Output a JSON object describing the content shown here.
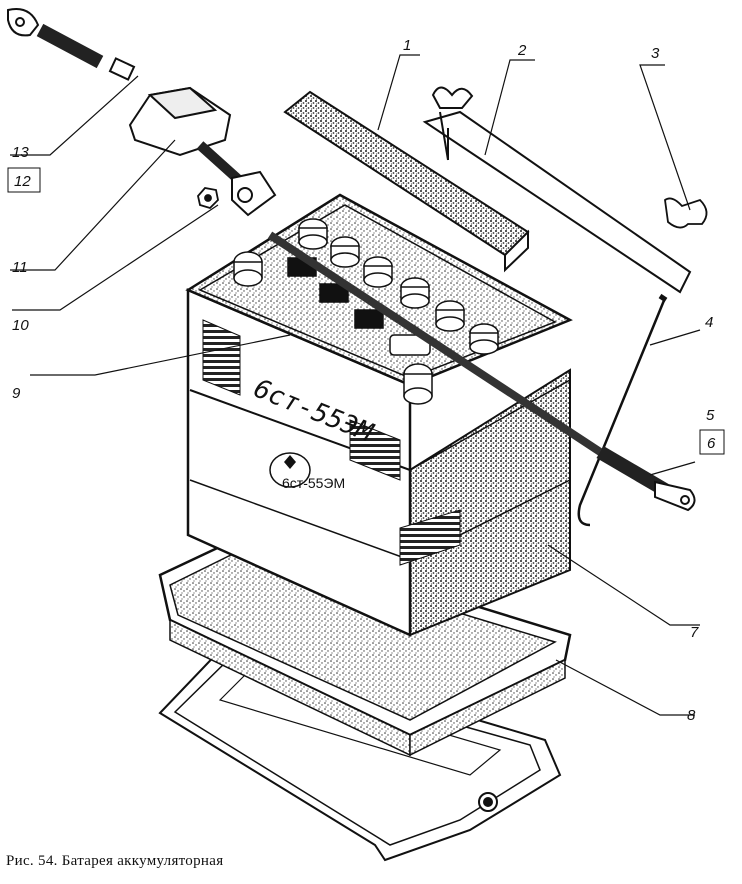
{
  "figure": {
    "caption": "Рис. 54. Батарея аккумуляторная",
    "battery_marking": "6ст-55ЭМ",
    "emblem_text": "6ст-55ЭМ"
  },
  "callouts": [
    "1",
    "2",
    "3",
    "4",
    "5",
    "6",
    "7",
    "8",
    "9",
    "10",
    "11",
    "12",
    "13"
  ],
  "boxed_callouts": [
    "6",
    "12"
  ],
  "colors": {
    "ink": "#111111",
    "paper": "#ffffff",
    "stipple": "#555555"
  }
}
